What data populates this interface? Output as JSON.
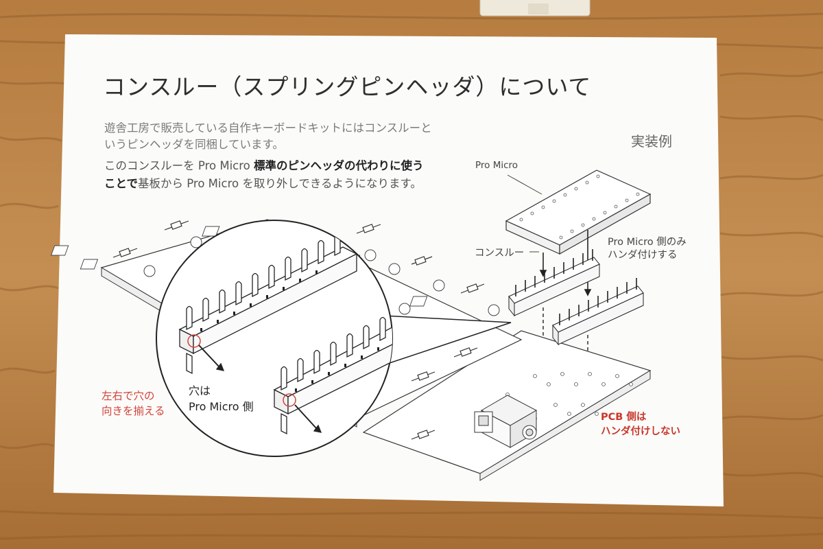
{
  "title": "コンスルー（スプリングピンヘッダ）について",
  "intro": {
    "line1": "遊舎工房で販売している自作キーボードキットにはコンスルーと",
    "line2": "いうピンヘッダを同梱しています。",
    "line3_prefix": "このコンスルーを Pro Micro ",
    "line3_bold": "標準のピンヘッダの代わりに使う",
    "line4_bold": "ことで",
    "line4_rest": "基板から Pro Micro を取り外しできるようになります。"
  },
  "example_label": "実装例",
  "labels": {
    "pro_micro": "Pro Micro",
    "conthru": "コンスルー",
    "pro_micro_side_line1": "Pro Micro 側のみ",
    "pro_micro_side_line2": "ハンダ付けする",
    "hole_line1": "穴は",
    "hole_line2": "Pro Micro 側",
    "align_line1": "左右で穴の",
    "align_line2": "向きを揃える",
    "pcb_line1": "PCB 側は",
    "pcb_line2": "ハンダ付けしない"
  },
  "colors": {
    "wood": "#c08a4e",
    "paper": "#fbfbf9",
    "accent_red": "#d0433a",
    "ink": "#2e2e2e"
  }
}
